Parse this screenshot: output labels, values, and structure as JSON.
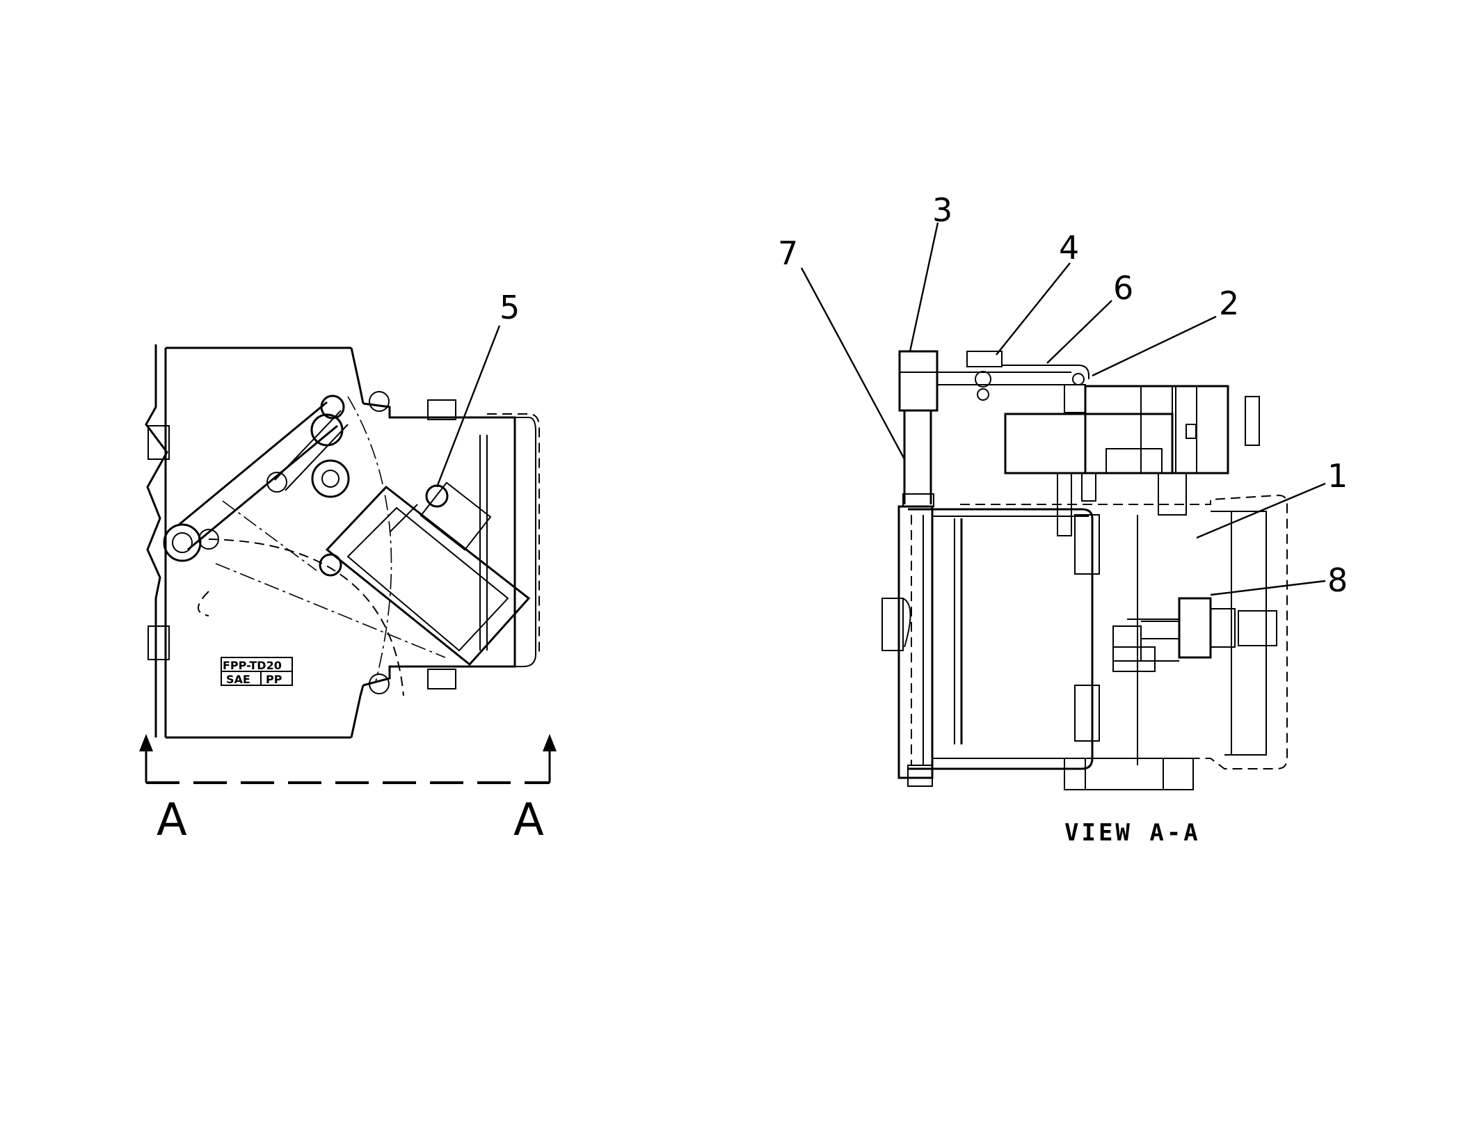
{
  "drawing": {
    "view_title": "VIEW A-A",
    "section_marks": [
      "A",
      "A"
    ],
    "plate_labels": [
      "FPP-TD20",
      "SAE",
      "PP"
    ],
    "left_view": {
      "callouts": [
        "5"
      ]
    },
    "right_view": {
      "callouts": [
        "1",
        "2",
        "3",
        "4",
        "6",
        "7",
        "8"
      ]
    }
  }
}
